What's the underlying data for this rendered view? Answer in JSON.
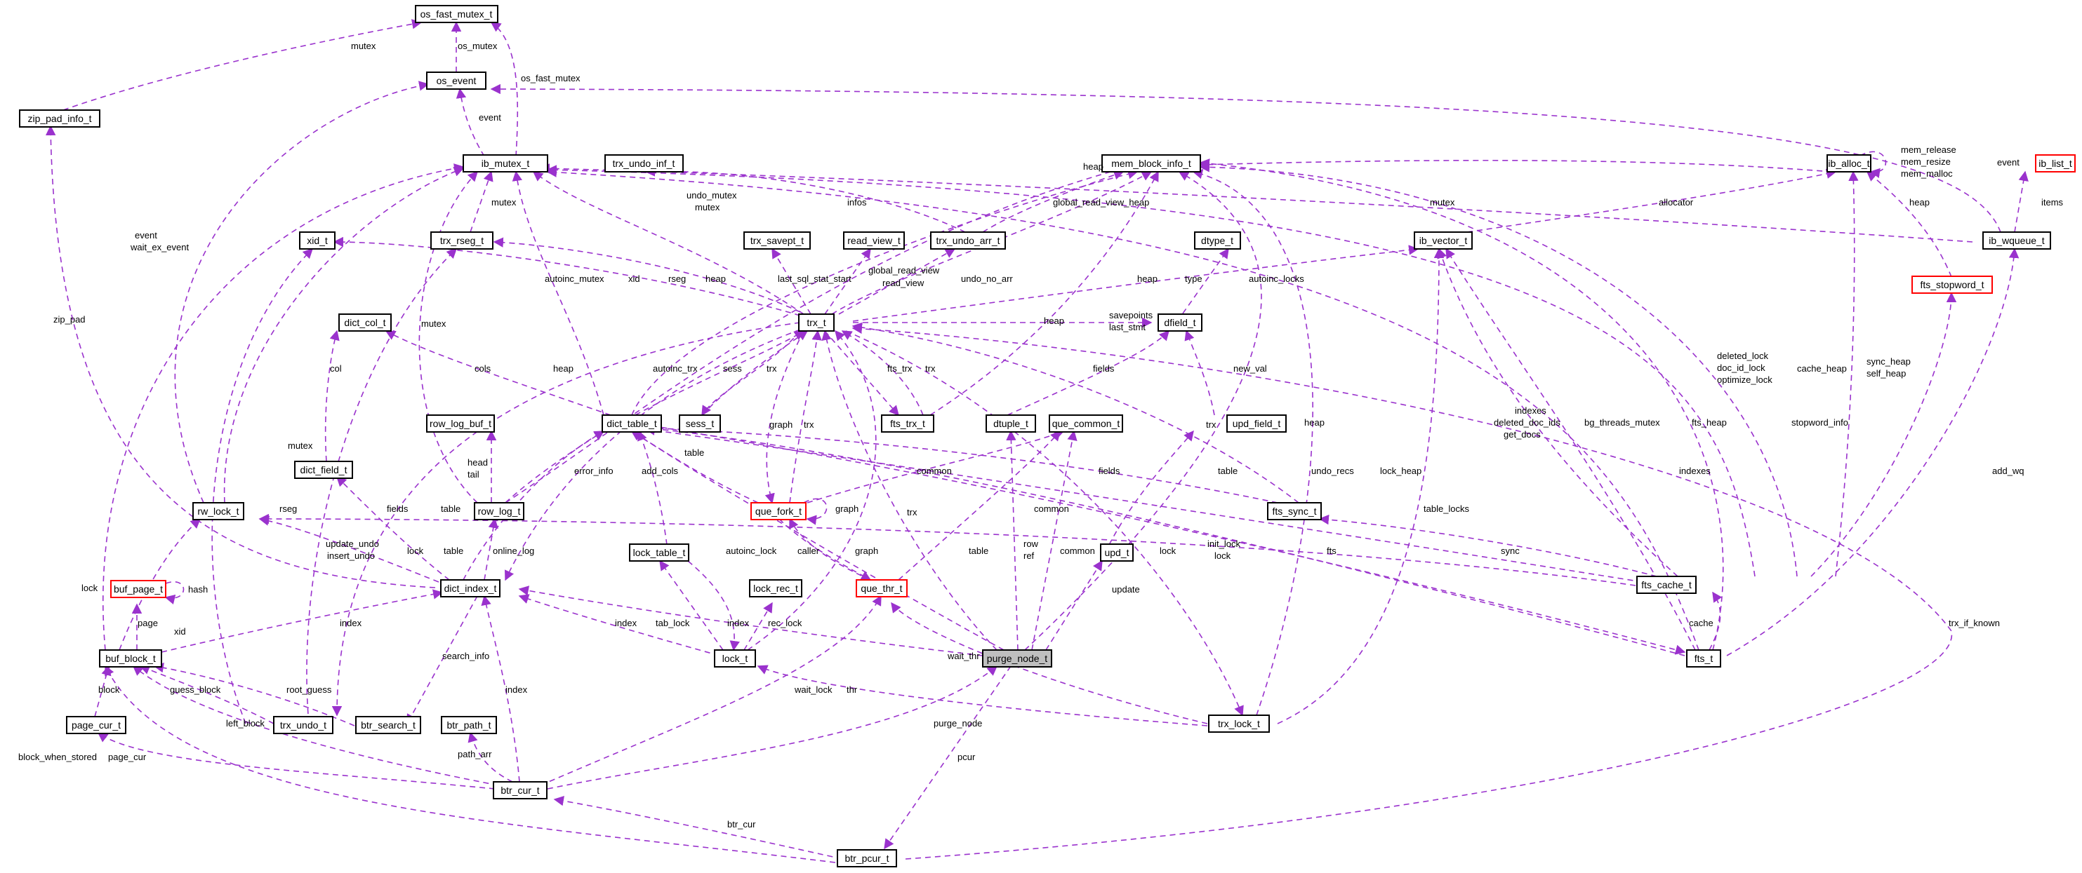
{
  "diagram": {
    "colors": {
      "edge": "#9a32cd",
      "node_border": "#000000",
      "node_border_incomplete": "#ff0000",
      "focus_fill": "#bfbfbf"
    },
    "focus_node": "purge_node_t",
    "nodes": [
      "os_fast_mutex_t",
      "os_event",
      "zip_pad_info_t",
      "ib_mutex_t",
      "trx_undo_inf_t",
      "mem_block_info_t",
      "ib_alloc_t",
      "ib_list_t",
      "xid_t",
      "trx_rseg_t",
      "trx_savept_t",
      "read_view_t",
      "trx_undo_arr_t",
      "ib_vector_t",
      "dtype_t",
      "ib_wqueue_t",
      "fts_stopword_t",
      "dict_col_t",
      "trx_t",
      "dfield_t",
      "row_log_buf_t",
      "dict_table_t",
      "sess_t",
      "fts_trx_t",
      "dtuple_t",
      "que_common_t",
      "upd_field_t",
      "dict_field_t",
      "rw_lock_t",
      "row_log_t",
      "que_fork_t",
      "fts_sync_t",
      "buf_page_t",
      "lock_table_t",
      "dict_index_t",
      "lock_rec_t",
      "que_thr_t",
      "upd_t",
      "fts_cache_t",
      "buf_block_t",
      "lock_t",
      "purge_node_t",
      "fts_t",
      "page_cur_t",
      "trx_undo_t",
      "btr_search_t",
      "btr_path_t",
      "trx_lock_t",
      "btr_cur_t",
      "btr_pcur_t"
    ],
    "incomplete_nodes": [
      "ib_list_t",
      "fts_stopword_t",
      "que_fork_t",
      "buf_page_t",
      "que_thr_t"
    ],
    "edge_labels": [
      "mutex",
      "os_mutex",
      "os_fast_mutex",
      "event",
      "undo_mutex",
      "mutex",
      "heap",
      "infos",
      "global_read_view_heap",
      "mem_release",
      "mem_resize",
      "mem_malloc",
      "allocator",
      "heap",
      "event",
      "items",
      "mutex",
      "mutex",
      "event",
      "wait_ex_event",
      "zip_pad",
      "autoinc_mutex",
      "xid",
      "rseg",
      "heap",
      "last_sql_stat_start",
      "global_read_view",
      "read_view",
      "undo_no_arr",
      "heap",
      "type",
      "autoinc_locks",
      "savepoints",
      "last_stmt",
      "cols",
      "heap",
      "mutex",
      "autoinc_trx",
      "sess",
      "trx",
      "fts_trx",
      "trx",
      "heap",
      "fields",
      "new_val",
      "deleted_lock",
      "doc_id_lock",
      "optimize_lock",
      "cache_heap",
      "sync_heap",
      "self_heap",
      "col",
      "head",
      "tail",
      "table",
      "graph",
      "trx",
      "common",
      "trx",
      "indexes",
      "deleted_doc_ids",
      "get_docs",
      "bg_threads_mutex",
      "fts_heap",
      "stopword_info",
      "indexes",
      "heap",
      "undo_recs",
      "lock_heap",
      "table",
      "fields",
      "add_cols",
      "error_info",
      "graph",
      "mutex",
      "xid",
      "rseg",
      "table",
      "fields",
      "online_log",
      "table",
      "common",
      "lock",
      "table_locks",
      "add_wq",
      "lock",
      "hash",
      "update_undo",
      "insert_undo",
      "lock",
      "autoinc_lock",
      "caller",
      "graph",
      "row",
      "ref",
      "common",
      "table",
      "trx",
      "init_lock",
      "lock",
      "sync",
      "fts",
      "page",
      "index",
      "tab_lock",
      "rec_lock",
      "update",
      "trx_if_known",
      "cache",
      "index",
      "index",
      "search_info",
      "wait_thr",
      "block",
      "guess_block",
      "root_guess",
      "wait_lock",
      "left_block",
      "index",
      "thr",
      "purge_node",
      "page_cur",
      "block_when_stored",
      "path_arr",
      "pcur",
      "btr_cur"
    ]
  }
}
